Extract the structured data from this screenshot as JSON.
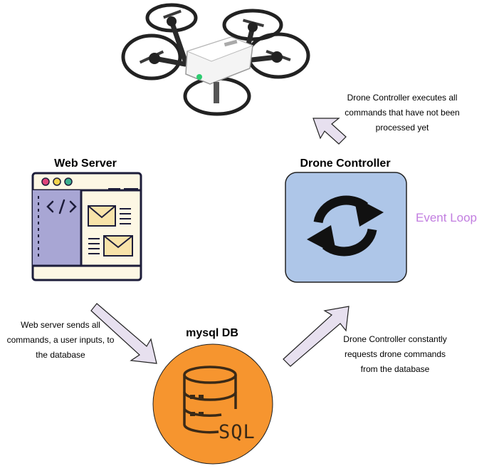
{
  "nodes": {
    "web_server": {
      "title": "Web Server"
    },
    "drone_controller": {
      "title": "Drone Controller"
    },
    "database": {
      "title": "mysql DB",
      "icon_text": "SQL"
    }
  },
  "labels": {
    "event_loop": "Event Loop",
    "exec_note": [
      "Drone Controller executes all",
      "commands that have not been",
      "processed yet"
    ],
    "web_note": [
      "Web server sends all",
      "commands,  a user inputs, to",
      "the database"
    ],
    "request_note": [
      "Drone Controller constantly",
      "requests drone commands",
      "from the database"
    ]
  },
  "icons": {
    "drone": "drone-icon",
    "web": "web-browser-code-icon",
    "controller": "refresh-cycle-icon",
    "database": "database-sql-icon"
  },
  "colors": {
    "controller_fill": "#aec6e8",
    "database_fill": "#f6952f",
    "arrow_fill": "#e7e0ef",
    "event_loop_text": "#c27ee0",
    "web_sidebar": "#a8a6d4",
    "web_bg": "#fdf7e4",
    "email_fill": "#f8e3a9"
  }
}
